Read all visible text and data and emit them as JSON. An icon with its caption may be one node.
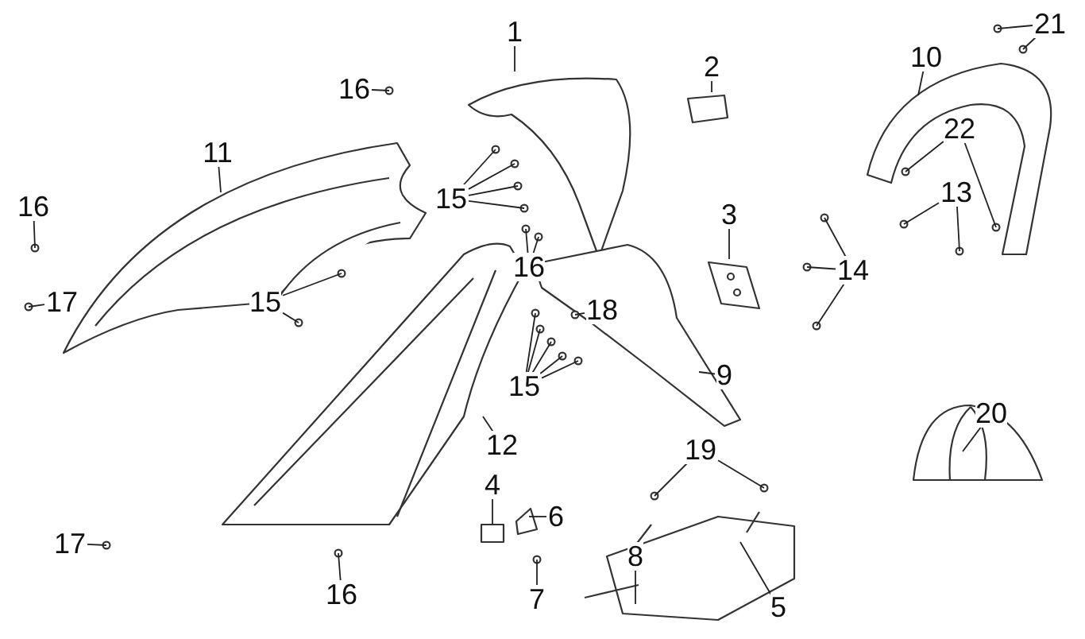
{
  "diagram": {
    "nodes": [
      {
        "text": [
          "21"
        ]
      },
      {
        "text": [
          "1"
        ]
      },
      {
        "text": [
          "10"
        ]
      },
      {
        "text": [
          "2"
        ]
      },
      {
        "text": [
          "16"
        ]
      },
      {
        "text": [
          "22"
        ]
      },
      {
        "text": [
          "11"
        ]
      },
      {
        "text": [
          "13"
        ]
      },
      {
        "text": [
          "15"
        ]
      },
      {
        "text": [
          "16"
        ]
      },
      {
        "text": [
          "3"
        ]
      },
      {
        "text": [
          "16"
        ]
      },
      {
        "text": [
          "14"
        ]
      },
      {
        "text": [
          "15"
        ]
      },
      {
        "text": [
          "17"
        ]
      },
      {
        "text": [
          "18"
        ]
      },
      {
        "text": [
          "9"
        ]
      },
      {
        "text": [
          "15"
        ]
      },
      {
        "text": [
          "20"
        ]
      },
      {
        "text": [
          "12"
        ]
      },
      {
        "text": [
          "19"
        ]
      },
      {
        "text": [
          "4"
        ]
      },
      {
        "text": [
          "6"
        ]
      },
      {
        "text": [
          "17"
        ]
      },
      {
        "text": [
          "8"
        ]
      },
      {
        "text": [
          "16"
        ]
      },
      {
        "text": [
          "7"
        ]
      },
      {
        "text": [
          "5"
        ]
      }
    ],
    "edges": [
      {
        "from": 0,
        "to": null,
        "arrow": "none"
      },
      {
        "from": 0,
        "to": null,
        "arrow": "none"
      },
      {
        "from": 1,
        "to": null,
        "arrow": "none"
      },
      {
        "from": 2,
        "to": null,
        "arrow": "none"
      },
      {
        "from": 3,
        "to": null,
        "arrow": "none"
      },
      {
        "from": 4,
        "to": null,
        "arrow": "none"
      },
      {
        "from": 5,
        "to": null,
        "arrow": "none"
      },
      {
        "from": 5,
        "to": null,
        "arrow": "none"
      },
      {
        "from": 6,
        "to": null,
        "arrow": "none"
      },
      {
        "from": 7,
        "to": null,
        "arrow": "none"
      },
      {
        "from": 7,
        "to": null,
        "arrow": "none"
      },
      {
        "from": 8,
        "to": null,
        "arrow": "none"
      },
      {
        "from": 8,
        "to": null,
        "arrow": "none"
      },
      {
        "from": 8,
        "to": null,
        "arrow": "none"
      },
      {
        "from": 8,
        "to": null,
        "arrow": "none"
      },
      {
        "from": 9,
        "to": null,
        "arrow": "none"
      },
      {
        "from": 10,
        "to": null,
        "arrow": "none"
      },
      {
        "from": 11,
        "to": null,
        "arrow": "none"
      },
      {
        "from": 11,
        "to": null,
        "arrow": "none"
      },
      {
        "from": 12,
        "to": null,
        "arrow": "none"
      },
      {
        "from": 12,
        "to": null,
        "arrow": "none"
      },
      {
        "from": 12,
        "to": null,
        "arrow": "none"
      },
      {
        "from": 13,
        "to": null,
        "arrow": "none"
      },
      {
        "from": 13,
        "to": null,
        "arrow": "none"
      },
      {
        "from": 14,
        "to": null,
        "arrow": "none"
      },
      {
        "from": 15,
        "to": null,
        "arrow": "none"
      },
      {
        "from": 16,
        "to": null,
        "arrow": "none"
      },
      {
        "from": 17,
        "to": null,
        "arrow": "none"
      },
      {
        "from": 17,
        "to": null,
        "arrow": "none"
      },
      {
        "from": 17,
        "to": null,
        "arrow": "none"
      },
      {
        "from": 17,
        "to": null,
        "arrow": "none"
      },
      {
        "from": 17,
        "to": null,
        "arrow": "none"
      },
      {
        "from": 18,
        "to": null,
        "arrow": "none"
      },
      {
        "from": 19,
        "to": null,
        "arrow": "none"
      },
      {
        "from": 20,
        "to": null,
        "arrow": "none"
      },
      {
        "from": 20,
        "to": null,
        "arrow": "none"
      },
      {
        "from": 21,
        "to": null,
        "arrow": "none"
      },
      {
        "from": 22,
        "to": null,
        "arrow": "none"
      },
      {
        "from": 23,
        "to": null,
        "arrow": "none"
      },
      {
        "from": 24,
        "to": null,
        "arrow": "none"
      },
      {
        "from": 25,
        "to": null,
        "arrow": "none"
      },
      {
        "from": 26,
        "to": null,
        "arrow": "none"
      },
      {
        "from": 27,
        "to": null,
        "arrow": "none"
      }
    ]
  }
}
